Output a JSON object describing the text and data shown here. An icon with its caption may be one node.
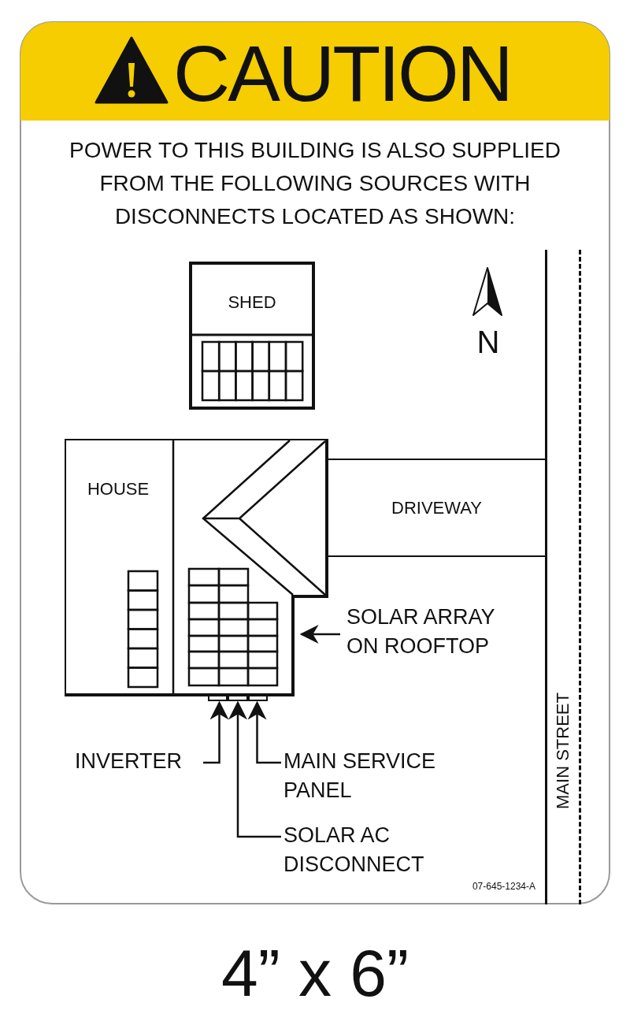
{
  "diagram": {
    "title": "CAUTION",
    "nodes": [
      {
        "text": [
          "SHED"
        ]
      },
      {
        "text": [
          "HOUSE"
        ]
      },
      {
        "text": [
          "DRIVEWAY"
        ]
      },
      {
        "text": [
          "MAIN STREET"
        ]
      },
      {
        "text": [
          "SOLAR ARRAY ON ROOFTOP"
        ]
      },
      {
        "text": [
          "INVERTER"
        ]
      },
      {
        "text": [
          "SOLAR AC DISCONNECT"
        ]
      },
      {
        "text": [
          "MAIN SERVICE PANEL"
        ]
      },
      {
        "text": [],
        "shape": "box"
      },
      {
        "text": [],
        "shape": "box"
      },
      {
        "text": [],
        "shape": "box"
      }
    ],
    "edges": [
      {
        "from": 4,
        "to": 1,
        "arrow": "to"
      },
      {
        "from": 5,
        "to": 8,
        "arrow": "to"
      },
      {
        "from": 6,
        "to": 9,
        "arrow": "to"
      },
      {
        "from": 7,
        "to": 10,
        "arrow": "to"
      }
    ],
    "labels": [
      "POWER TO THIS BUILDING IS ALSO SUPPLIED FROM THE FOLLOWING SOURCES WITH DISCONNECTS LOCATED AS SHOWN:",
      "N",
      "07-645-1234-A",
      "4” x 6”"
    ]
  }
}
